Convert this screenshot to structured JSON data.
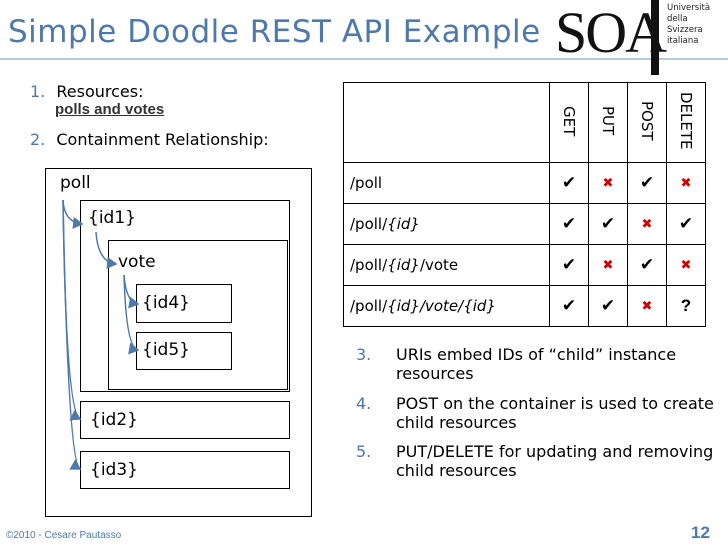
{
  "title": "Simple Doodle REST API Example",
  "logo": {
    "text": "SOA",
    "lines": [
      "Università",
      "della",
      "Svizzera",
      "italiana"
    ]
  },
  "list": [
    {
      "num": "1.",
      "text": "Resources:",
      "sub": "polls and votes"
    },
    {
      "num": "2.",
      "text": "Containment Relationship:"
    }
  ],
  "diagram": {
    "poll": "poll",
    "id1": "{id1}",
    "vote": "vote",
    "id4": "{id4}",
    "id5": "{id5}",
    "id2": "{id2}",
    "id3": "{id3}"
  },
  "table": {
    "headers": [
      "GET",
      "PUT",
      "POST",
      "DELETE"
    ],
    "rows": [
      {
        "uri_parts": [
          "/poll",
          "",
          ""
        ],
        "cells": [
          "✔",
          "✖",
          "✔",
          "✖"
        ]
      },
      {
        "uri_parts": [
          "/poll/",
          "{id}",
          ""
        ],
        "cells": [
          "✔",
          "✔",
          "✖",
          "✔"
        ]
      },
      {
        "uri_parts": [
          "/poll/",
          "{id}",
          "/vote"
        ],
        "cells": [
          "✔",
          "✖",
          "✔",
          "✖"
        ]
      },
      {
        "uri_parts": [
          "/poll/",
          "{id}",
          "/vote/{id}"
        ],
        "cells": [
          "✔",
          "✔",
          "✖",
          "?"
        ]
      }
    ]
  },
  "items": [
    {
      "num": "3.",
      "text": "URIs embed IDs of “child” instance resources"
    },
    {
      "num": "4.",
      "text": "POST on the container is used to create child resources"
    },
    {
      "num": "5.",
      "text": "PUT/DELETE for updating and removing child resources"
    }
  ],
  "footer": "©2010 - Cesare Pautasso",
  "page_number": "12",
  "colors": {
    "accent": "#4f79a8",
    "no": "#d00000"
  }
}
